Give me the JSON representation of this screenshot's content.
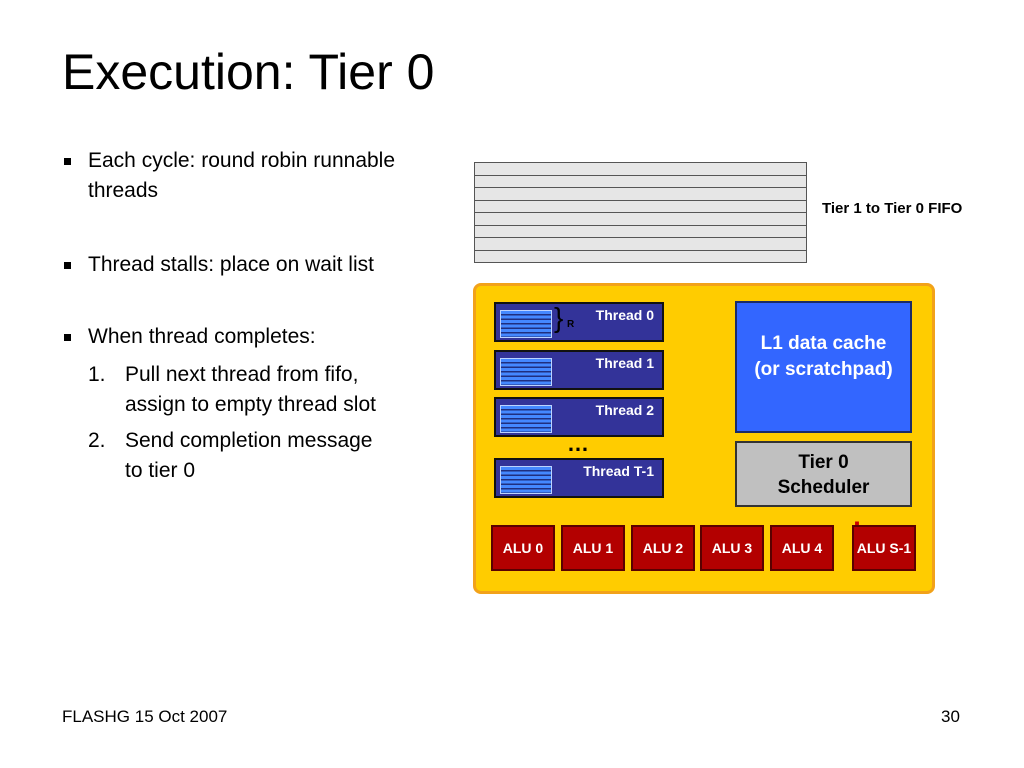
{
  "slide": {
    "title": "Execution: Tier 0",
    "bullets": [
      {
        "text": "Each cycle: round robin runnable threads"
      },
      {
        "text": "Thread stalls: place on wait list"
      },
      {
        "text": "When thread completes:"
      }
    ],
    "sub_items": [
      {
        "num": "1.",
        "line1": "Pull next thread from fifo,",
        "line2": "assign to empty thread slot"
      },
      {
        "num": "2.",
        "line1": "Send completion message",
        "line2": "to tier 0"
      }
    ]
  },
  "diagram": {
    "fifo_label": "Tier 1 to Tier 0 FIFO",
    "fifo_rows": 8,
    "threads": [
      "Thread 0",
      "Thread 1",
      "Thread 2",
      "Thread T-1"
    ],
    "brace_label": "R",
    "thread_ellipsis": "…",
    "l1_cache": {
      "line1": "L1 data cache",
      "line2": "(or scratchpad)"
    },
    "scheduler": {
      "line1": "Tier 0",
      "line2": "Scheduler"
    },
    "alus": [
      "ALU 0",
      "ALU 1",
      "ALU 2",
      "ALU 3",
      "ALU 4",
      "ALU S-1"
    ],
    "alu_ellipsis": "⋮",
    "colors": {
      "tier0_box": "#ffcc00",
      "thread_block": "#333399",
      "l1_cache": "#3366ff",
      "scheduler": "#c0c0c0",
      "alu": "#b30000",
      "fifo": "#e6e6e6"
    }
  },
  "footer": {
    "left": "FLASHG 15 Oct 2007",
    "page_number": "30"
  }
}
